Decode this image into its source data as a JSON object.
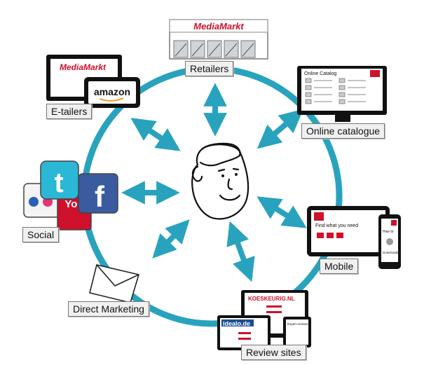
{
  "colors": {
    "ring": "#29a3bd",
    "arrow": "#29a3bd",
    "ink": "#111111",
    "brand_red": "#d0112b"
  },
  "center": {
    "icon": "customer-face-icon"
  },
  "channels": [
    {
      "id": "retailers",
      "label": "Retailers",
      "icon": "mediamarkt-store-icon",
      "logo_text": "MediaMarkt"
    },
    {
      "id": "online-catalogue",
      "label": "Online catalogue",
      "icon": "catalog-monitor-icon",
      "logo_text": "Online Catalog"
    },
    {
      "id": "mobile",
      "label": "Mobile",
      "icon": "tablet-phone-icon",
      "logo_text": "Find what you need",
      "logo_text_2": "How to",
      "logo_text_3": "Downloads"
    },
    {
      "id": "review-sites",
      "label": "Review sites",
      "icon": "review-screens-icon",
      "logo_text": "KOESKEURIG.NL",
      "logo_text_2": "idealo.de",
      "logo_text_3": "Expert reviews"
    },
    {
      "id": "direct-marketing",
      "label": "Direct Marketing",
      "icon": "envelope-icon"
    },
    {
      "id": "social",
      "label": "Social",
      "icon": "social-media-icon",
      "logo_text": "t",
      "logo_text_2": "f",
      "logo_text_3": "You"
    },
    {
      "id": "e-tailers",
      "label": "E-tailers",
      "icon": "etailer-screens-icon",
      "logo_text": "MediaMarkt",
      "logo_text_2": "amazon"
    }
  ]
}
